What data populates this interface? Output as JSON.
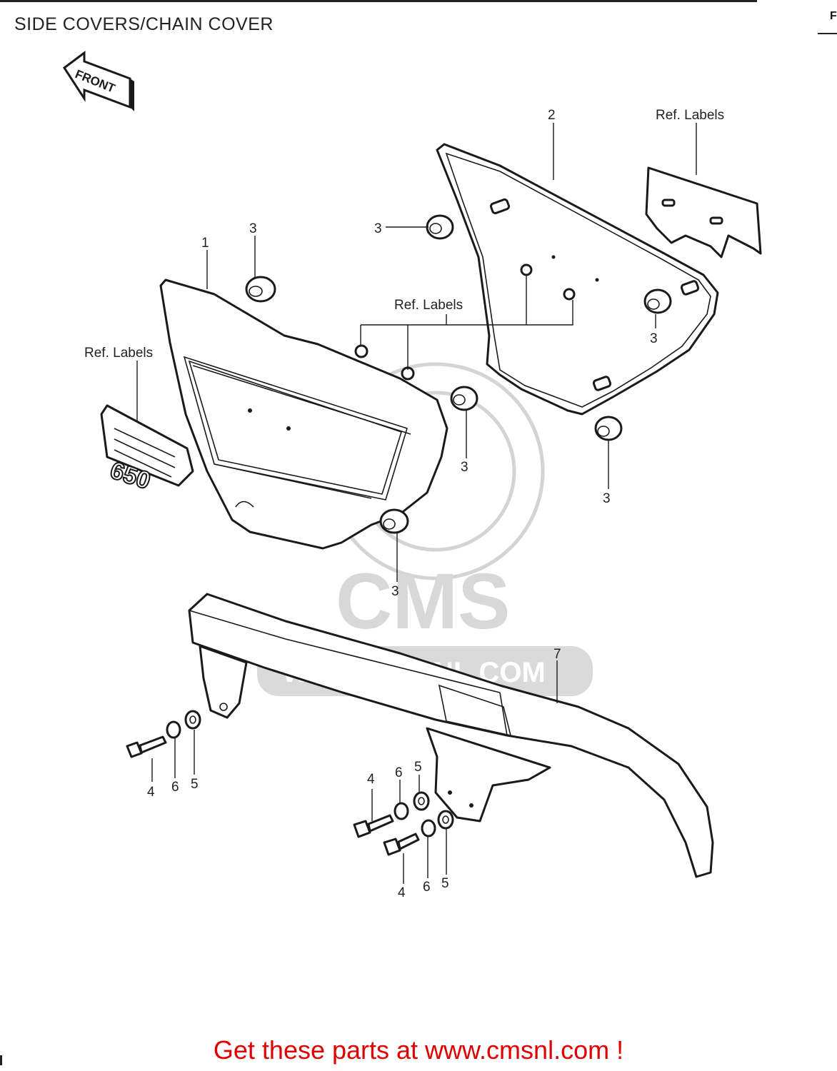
{
  "page": {
    "title": "SIDE COVERS/CHAIN COVER",
    "call_to_action": "Get these parts at www.cmsnl.com !",
    "corner_mark": "F"
  },
  "arrow": {
    "label": "FRONT"
  },
  "emblem": {
    "text": "650"
  },
  "watermark": {
    "brand": "CMS",
    "url": "WWW.CMSNL.COM"
  },
  "callouts": {
    "c1": "1",
    "c2": "2",
    "c3a": "3",
    "c3b": "3",
    "c3c": "3",
    "c3d": "3",
    "c3e": "3",
    "c3f": "3",
    "c7": "7",
    "c4a": "4",
    "c6a": "6",
    "c5a": "5",
    "c4b": "4",
    "c6b": "6",
    "c5b": "5",
    "c4c": "4",
    "c6c": "6",
    "c5c": "5",
    "ref1": "Ref. Labels",
    "ref2": "Ref. Labels",
    "ref3": "Ref. Labels"
  }
}
